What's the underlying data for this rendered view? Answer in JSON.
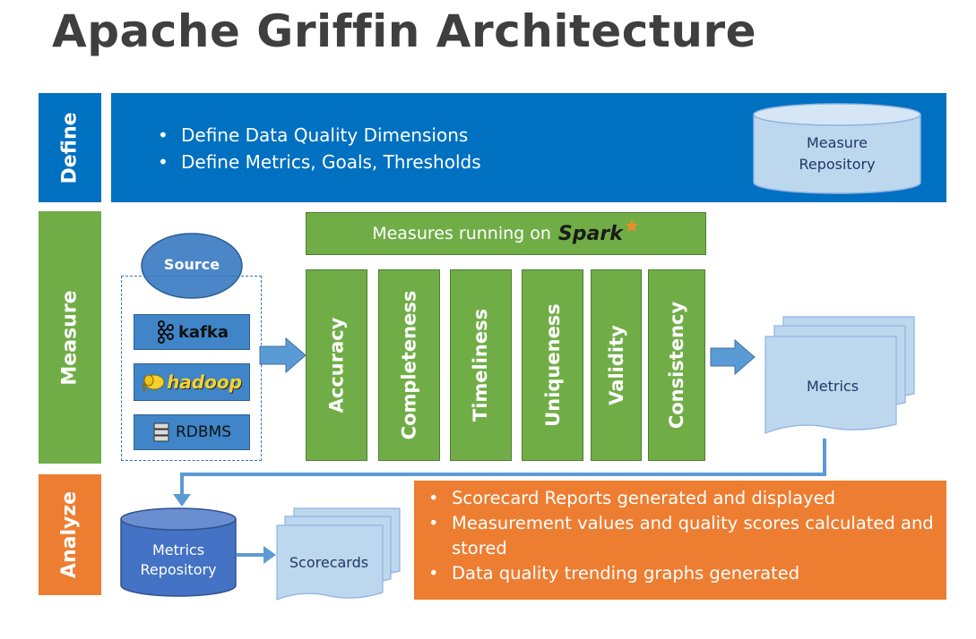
{
  "title": "Apache Griffin Architecture",
  "define": {
    "label": "Define",
    "bullets": [
      "Define Data Quality Dimensions",
      "Define Metrics, Goals, Thresholds"
    ],
    "repository": {
      "line1": "Measure",
      "line2": "Repository"
    }
  },
  "measure": {
    "label": "Measure",
    "spark_banner": "Measures running on",
    "spark_logo": "Spark",
    "source": "Source",
    "sources": [
      "kafka",
      "hadoop",
      "RDBMS"
    ],
    "dimensions": [
      "Accuracy",
      "Completeness",
      "Timeliness",
      "Uniqueness",
      "Validity",
      "Consistency"
    ],
    "metrics": "Metrics"
  },
  "analyze": {
    "label": "Analyze",
    "repository": {
      "line1": "Metrics",
      "line2": "Repository"
    },
    "scorecards": "Scorecards",
    "bullets": [
      "Scorecard Reports generated and displayed",
      "Measurement values and quality scores calculated and stored",
      "Data quality trending graphs generated"
    ]
  },
  "colors": {
    "define": "#0070c0",
    "measure": "#70ad47",
    "analyze": "#ed7d31"
  }
}
